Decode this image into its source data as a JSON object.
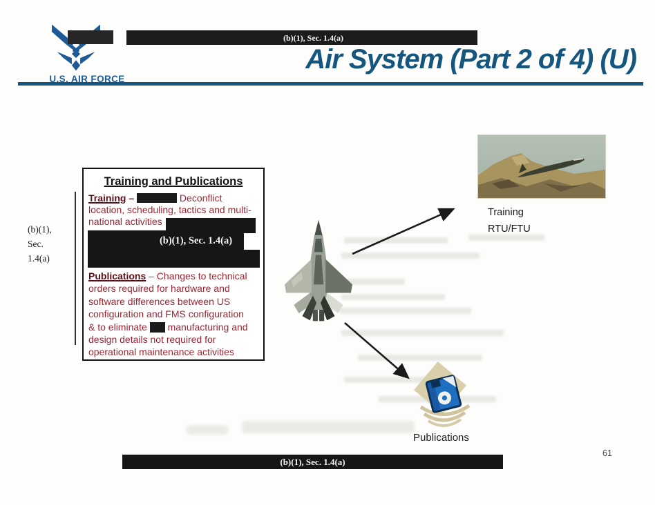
{
  "header": {
    "wordmark": "U.S. AIR FORCE",
    "top_redaction_label": "(b)(1), Sec. 1.4(a)",
    "title": "Air System (Part 2 of 4) (U)"
  },
  "margin_note": {
    "line1": "(b)(1),",
    "line2": "Sec.",
    "line3": "1.4(a)"
  },
  "training_box": {
    "title": "Training and Publications",
    "training_heading": "Training",
    "training_dash": " – ",
    "training_line1_after": " Deconflict",
    "training_line2": "location, scheduling, tactics and multi-",
    "training_line3": "national activities",
    "redaction_label": "(b)(1), Sec. 1.4(a)",
    "publications_heading": "Publications",
    "publications_line1_rest": " – Changes to technical",
    "publications_line2": "orders required for hardware and",
    "publications_line3": "software differences between US",
    "publications_line4": "configuration and FMS configuration",
    "publications_line5a": "& to eliminate",
    "publications_line5b": " manufacturing and",
    "publications_line6": "design details not required for",
    "publications_line7": "operational maintenance activities"
  },
  "diagram": {
    "training_label": "Training",
    "training_sublabel": "RTU/FTU",
    "publications_label": "Publications"
  },
  "footer": {
    "redaction_label": "(b)(1), Sec. 1.4(a)",
    "page_number": "61"
  },
  "colors": {
    "title_blue": "#14567e",
    "logo_blue": "#1e5a96",
    "body_red": "#9c2531",
    "heading_maroon": "#5e1019",
    "redaction_black": "#1b1b1b"
  }
}
